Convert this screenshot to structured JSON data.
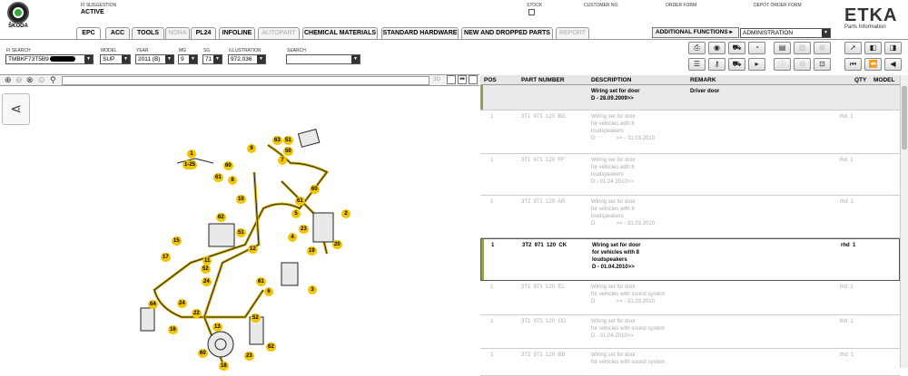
{
  "top": {
    "brand": "ŠKODA",
    "fi_suggestion_label": "FI SUGGESTION",
    "fi_suggestion_value": "ACTIVE",
    "stock_label": "STOCK",
    "customer_no_label": "CUSTOMER NO.",
    "order_form_label": "ORDER FORM",
    "depot_order_form_label": "DEPOT ORDER FORM",
    "etka_title": "ETKA",
    "etka_subtitle": "Parts Information"
  },
  "tabs": [
    {
      "label": "EPC",
      "active": true,
      "disabled": false
    },
    {
      "label": "ACC",
      "active": false,
      "disabled": false
    },
    {
      "label": "TOOLS",
      "active": false,
      "disabled": false
    },
    {
      "label": "NORA",
      "active": false,
      "disabled": true
    },
    {
      "label": "PL24",
      "active": false,
      "disabled": false
    },
    {
      "label": "INFOLINE",
      "active": false,
      "disabled": false
    },
    {
      "label": "AUTOPART",
      "active": false,
      "disabled": true
    },
    {
      "label": "CHEMICAL MATERIALS",
      "active": false,
      "disabled": false
    },
    {
      "label": "STANDARD HARDWARE",
      "active": false,
      "disabled": false
    },
    {
      "label": "NEW AND DROPPED PARTS",
      "active": false,
      "disabled": false
    },
    {
      "label": "REPORT",
      "active": false,
      "disabled": true
    }
  ],
  "additional_functions": "ADDITIONAL FUNCTIONS ▸",
  "administration": "ADMINISTRATION",
  "filters": {
    "fi_search_label": "FI SEARCH",
    "fi_search_value": "TMBKF73T5B9",
    "model_label": "MODEL",
    "model_value": "SUP",
    "year_label": "YEAR",
    "year_value": "2011 (B)",
    "mg_label": "MG",
    "mg_value": "9",
    "sg_label": "SG",
    "sg_value": "71",
    "illustration_label": "ILLUSTRATION",
    "illustration_value": "972.036",
    "search_label": "SEARCH",
    "search_value": ""
  },
  "columns": {
    "pos": "POS",
    "part_number": "PART NUMBER",
    "description": "DESCRIPTION",
    "remark": "REMARK",
    "qty": "QTY",
    "model": "MODEL"
  },
  "rows": [
    {
      "pos": "",
      "part": "",
      "desc": "Wiring set for door\nD - 28.09.2009>>",
      "remark": "Driver door",
      "qty": "",
      "model": "",
      "style": "header"
    },
    {
      "pos": "1",
      "part": "3T1  971  120  BG",
      "desc": "Wiring set for door\nfor vehicles with 8\nloudspeakers\nD              >> - 31.03.2010",
      "remark": "",
      "qty": "lhd  1",
      "model": "",
      "style": "grey"
    },
    {
      "pos": "1",
      "part": "3T1  971  120  FF",
      "desc": "Wiring set for door\nfor vehicles with 8\nloudspeakers\nD - 01.04.2010>>",
      "remark": "",
      "qty": "lhd  1",
      "model": "",
      "style": "grey"
    },
    {
      "pos": "1",
      "part": "3T2  971  120  AR",
      "desc": "Wiring set for door\nfor vehicles with 8\nloudspeakers\nD              >> - 31.03.2010",
      "remark": "",
      "qty": "rhd  1",
      "model": "",
      "style": "grey"
    },
    {
      "pos": "1",
      "part": "3T2  971  120  CK",
      "desc": "Wiring set for door\nfor vehicles with 8\nloudspeakers\nD - 01.04.2010>>",
      "remark": "",
      "qty": "rhd  1",
      "model": "",
      "style": "selected"
    },
    {
      "pos": "1",
      "part": "3T1  971  120  EL",
      "desc": "Wiring set for door\nfor vehicles with sound system\nD              >> - 31.03.2010",
      "remark": "",
      "qty": "lhd  1",
      "model": "",
      "style": "grey"
    },
    {
      "pos": "1",
      "part": "3T1  971  120  GD",
      "desc": "Wiring set for door\nfor vehicles with sound system\nD - 01.04.2010>>",
      "remark": "",
      "qty": "lhd  1",
      "model": "",
      "style": "grey"
    },
    {
      "pos": "1",
      "part": "3T2  971  120  BB",
      "desc": "Wiring set for door\nfor vehicles with sound system",
      "remark": "",
      "qty": "rhd  1",
      "model": "",
      "style": "grey"
    }
  ],
  "callouts": [
    "1",
    "1-25",
    "9",
    "60",
    "61",
    "8",
    "10",
    "63",
    "51",
    "50",
    "7",
    "60",
    "61",
    "62",
    "51",
    "12",
    "11",
    "52",
    "15",
    "17",
    "24",
    "5",
    "23",
    "2",
    "20",
    "4",
    "19",
    "3",
    "61",
    "6",
    "22",
    "16",
    "24",
    "52",
    "13",
    "64",
    "60",
    "23",
    "62",
    "18"
  ]
}
